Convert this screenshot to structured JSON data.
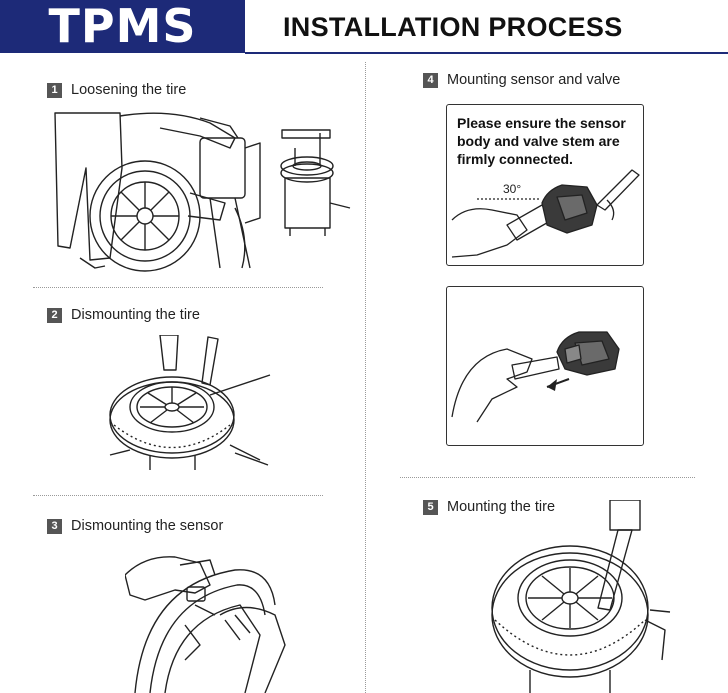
{
  "header": {
    "brand": "TPMS",
    "title": "INSTALLATION PROCESS"
  },
  "steps": [
    {
      "num": "1",
      "label": "Loosening the tire"
    },
    {
      "num": "2",
      "label": "Dismounting the tire"
    },
    {
      "num": "3",
      "label": "Dismounting the sensor"
    },
    {
      "num": "4",
      "label": "Mounting sensor and valve"
    },
    {
      "num": "5",
      "label": "Mounting the tire"
    }
  ],
  "note": {
    "lines": [
      "Please ensure the sensor",
      "body and valve stem are",
      "firmly connected."
    ],
    "angle": "30°"
  },
  "icons": [
    "tire-changer-icon",
    "tire-icon",
    "hand-icon",
    "sensor-icon",
    "valve-stem-icon",
    "arrow-icon"
  ]
}
